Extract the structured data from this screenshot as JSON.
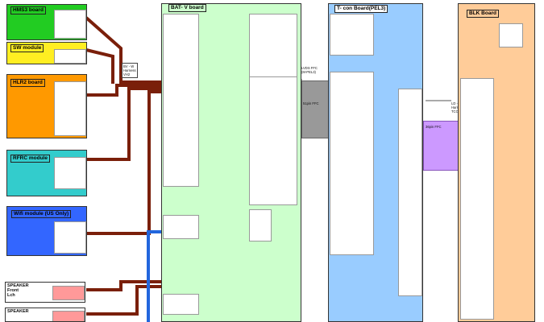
{
  "blocks": {
    "hms3": {
      "title": "HMS3 board"
    },
    "sw": {
      "title": "SW module"
    },
    "hlr2": {
      "title": "HLR2 board"
    },
    "rfrc": {
      "title": "RFRC module"
    },
    "wifi": {
      "title": "Wifi module (US Only)"
    },
    "speaker1": {
      "title": "SPEAKER\nFront\nLch"
    },
    "speaker2": {
      "title": "SPEAKER"
    },
    "bat": {
      "title": "BAT- V board"
    },
    "tcon": {
      "title": "T- con Board(PEL3)"
    },
    "blk": {
      "title": "BLK Board"
    }
  },
  "connectors": {
    "ffc1": {
      "label": "51pin FFC"
    },
    "ffc2": {
      "label": "36pin FFC"
    }
  },
  "labels": {
    "harness": "BV - W\nHarness\nVH2",
    "lvds": "LVDS FFC\n(M-PEL3)",
    "tcon_harness": "LD - TC\nHarness\nTCON - LD"
  },
  "colors": {
    "hms3": "#22cc22",
    "sw": "#ffee22",
    "hlr2": "#ff9900",
    "rfrc": "#33cccc",
    "wifi": "#3366ff",
    "bat": "#ccffcc",
    "tcon": "#99ccff",
    "blk": "#ffcc99",
    "wire_brown": "#7a1f0a",
    "wire_blue": "#2266dd",
    "ffc_gray": "#999999",
    "ffc_purple": "#cc99ff",
    "pin_purple": "#993399"
  }
}
